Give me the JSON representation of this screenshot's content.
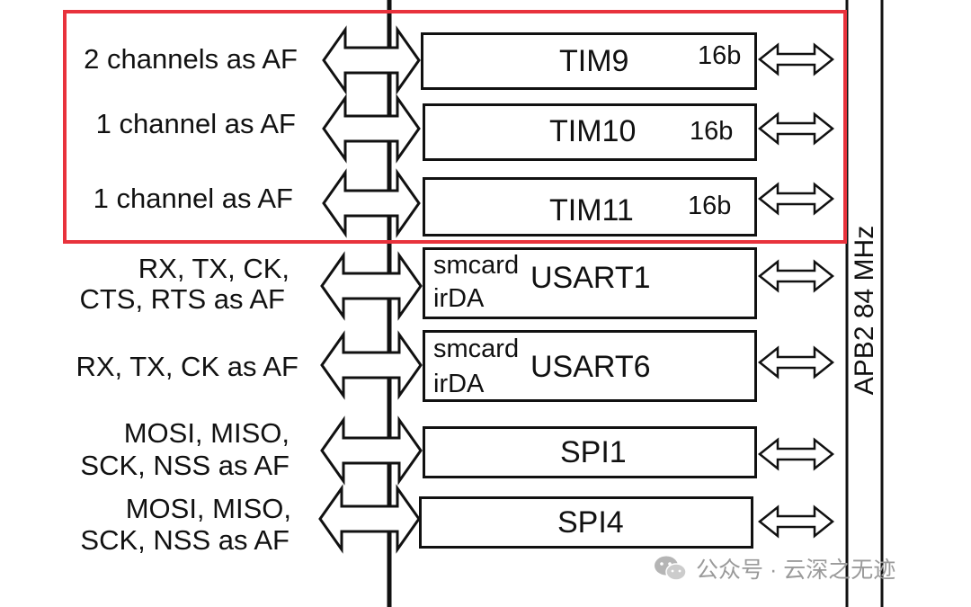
{
  "bus_label": "APB2 84 MHz",
  "highlight_color": "#e8323c",
  "peripherals": [
    {
      "name": "TIM9",
      "bits": "16b",
      "af": [
        "2 channels as AF"
      ]
    },
    {
      "name": "TIM10",
      "bits": "16b",
      "af": [
        "1 channel as AF"
      ]
    },
    {
      "name": "TIM11",
      "bits": "16b",
      "af": [
        "1 channel as AF"
      ]
    },
    {
      "name": "USART1",
      "sub_top": "smcard",
      "sub_bottom": "irDA",
      "af": [
        "RX, TX, CK,",
        "CTS, RTS as AF"
      ]
    },
    {
      "name": "USART6",
      "sub_top": "smcard",
      "sub_bottom": "irDA",
      "af": [
        "RX, TX, CK as AF"
      ]
    },
    {
      "name": "SPI1",
      "af": [
        "MOSI, MISO,",
        "SCK, NSS as AF"
      ]
    },
    {
      "name": "SPI4",
      "af": [
        "MOSI, MISO,",
        "SCK, NSS as AF"
      ]
    }
  ],
  "watermark": {
    "text": "公众号 · 云深之无迹",
    "icon": "wechat-icon"
  }
}
